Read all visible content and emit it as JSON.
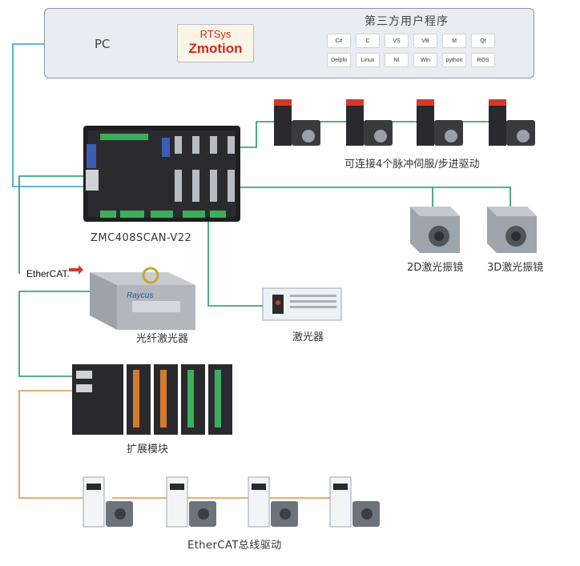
{
  "pc": {
    "label": "PC"
  },
  "rtsys": {
    "line1": "RTSys",
    "line2": "Zmotion"
  },
  "third_party": {
    "title": "第三方用户程序",
    "row1": [
      "C#",
      "C",
      "VS",
      "VB",
      "M",
      "Qt"
    ],
    "row2": [
      "Delphi",
      "Linux",
      "NI",
      "Win",
      "python",
      "ROS"
    ]
  },
  "controller": {
    "label": "ZMC408SCAN-V22"
  },
  "servo_pulse": {
    "label": "可连接4个脉冲伺服/步进驱动"
  },
  "galvo2d": {
    "label": "2D激光振镜"
  },
  "galvo3d": {
    "label": "3D激光振镜"
  },
  "ethercat_badge": {
    "text": "EtherCAT."
  },
  "fiber_laser": {
    "label": "光纤激光器",
    "brand": "Raycus"
  },
  "laser": {
    "label": "激光器"
  },
  "expansion": {
    "label": "扩展模块"
  },
  "ethercat_drive": {
    "label": "EtherCAT总线驱动"
  },
  "colors": {
    "green": "#1e9a5a",
    "blue": "#2a9fd6",
    "orange": "#e8913a"
  }
}
